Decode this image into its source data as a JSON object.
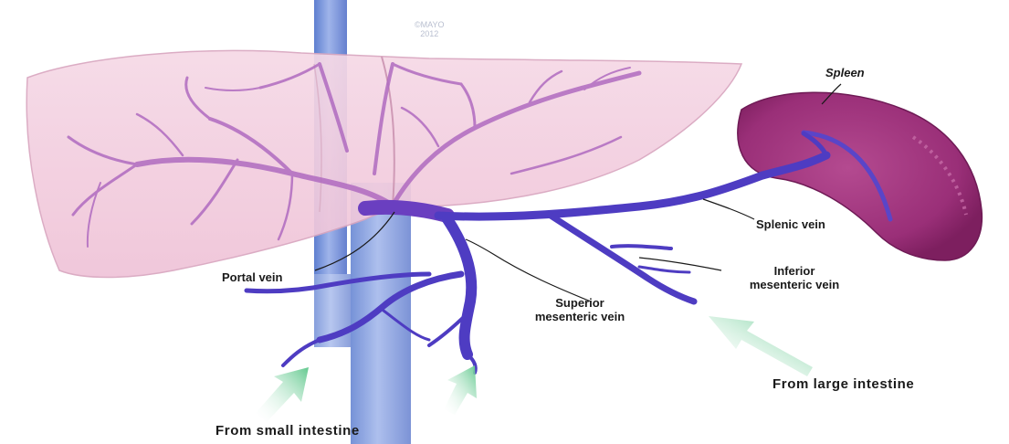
{
  "copyright": {
    "line1": "©MAYO",
    "line2": "2012"
  },
  "labels": {
    "spleen": "Spleen",
    "splenic_vein": "Splenic vein",
    "portal_vein": "Portal vein",
    "inferior_line1": "Inferior",
    "inferior_line2": "mesenteric vein",
    "superior_line1": "Superior",
    "superior_line2": "mesenteric vein",
    "from_small": "From small intestine",
    "from_large": "From large intestine"
  },
  "colors": {
    "liver": "#f3cfe0",
    "vein": "#4f3fc4",
    "spleen": "#a5357f",
    "arrow": "#7fd6a2",
    "aorta": "#7a93d6"
  }
}
